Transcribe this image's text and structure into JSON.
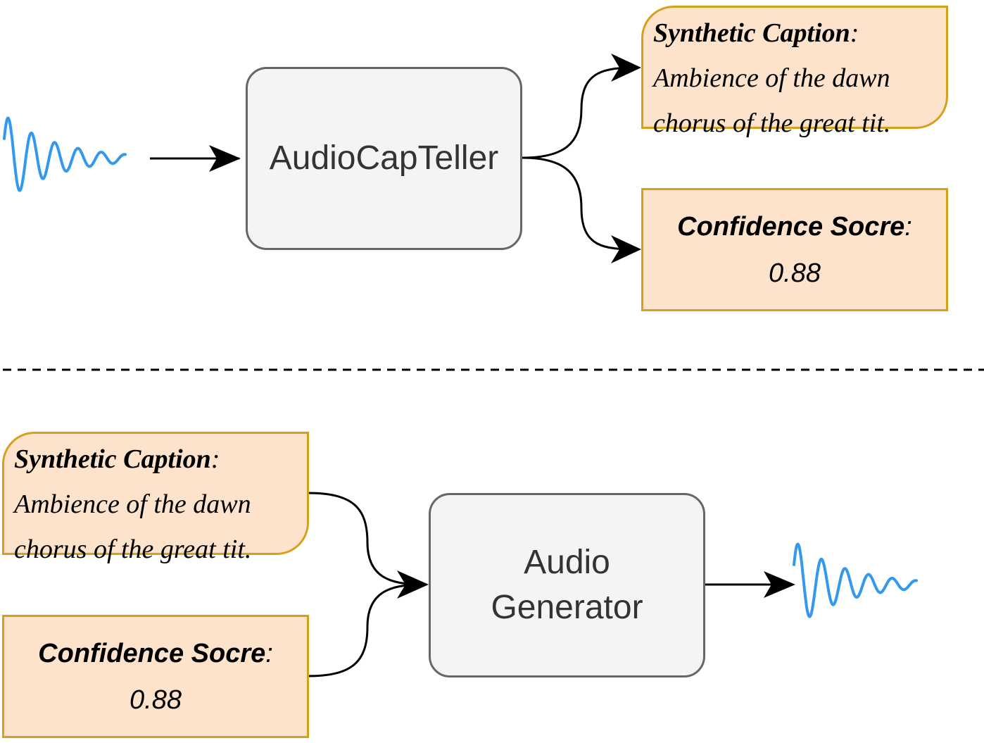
{
  "top": {
    "model": {
      "label": "AudioCapTeller"
    },
    "caption": {
      "title": "Synthetic Caption",
      "line1": "Ambience of the dawn",
      "line2": "chorus of the great tit."
    },
    "score": {
      "title": "Confidence Socre",
      "value": "0.88"
    }
  },
  "bottom": {
    "model": {
      "line1": "Audio",
      "line2": "Generator"
    },
    "caption": {
      "title": "Synthetic Caption",
      "line1": "Ambience of the dawn",
      "line2": "chorus of the great tit."
    },
    "score": {
      "title": "Confidence Socre",
      "value": "0.88"
    }
  },
  "colors": {
    "waveform": "#3399ee",
    "model_fill": "#f4f4f5",
    "model_border": "#666666",
    "note_fill": "#fde3cc",
    "note_border": "#d6a01d"
  }
}
